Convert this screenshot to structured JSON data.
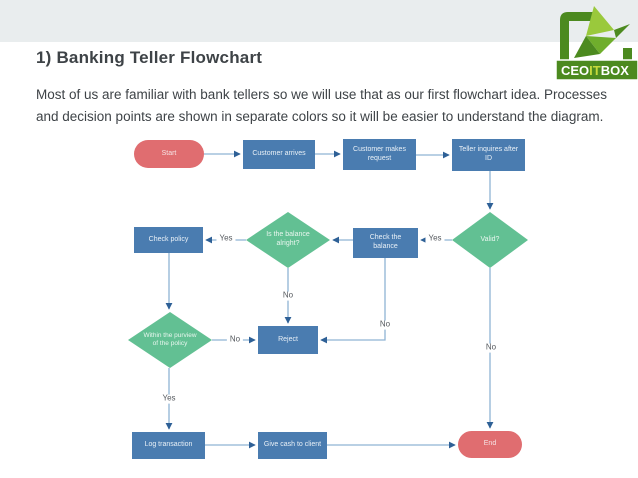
{
  "slide": {
    "title": "1) Banking Teller Flowchart",
    "body": "Most of us are familiar with bank tellers so we will use that as our first flowchart idea. Processes and decision points are shown in separate colors so it will be easier to understand the diagram."
  },
  "logo": {
    "text_ceo": "CEO",
    "text_it": "IT",
    "text_box": "BOX"
  },
  "colors": {
    "top_band": "#e9edee",
    "process": "#4a7cb0",
    "terminator": "#e06d70",
    "decision": "#62c093",
    "connector": "#8fb3d4",
    "arrowhead": "#2e6096",
    "logo_green": "#4c8a1f",
    "logo_light_green": "#9ac93c"
  },
  "flowchart": {
    "nodes": {
      "start": "Start",
      "customer_arrives": "Customer arrives",
      "customer_makes_request": "Customer makes request",
      "teller_inquires": "Teller inquires after ID",
      "check_policy": "Check policy",
      "balance_alright": "Is the balance alright?",
      "check_balance": "Check the balance",
      "valid": "Valid?",
      "within_purview": "Within the purview of the policy",
      "reject": "Reject",
      "log_transaction": "Log transaction",
      "give_cash": "Give cash to client",
      "end": "End"
    },
    "labels": {
      "yes_valid_to_checkbalance": "Yes",
      "yes_balance_to_checkpolicy": "Yes",
      "no_balance_down": "No",
      "no_checkbalance_to_reject": "No",
      "no_purview_to_reject": "No",
      "no_valid_down": "No",
      "yes_purview_down": "Yes"
    }
  }
}
